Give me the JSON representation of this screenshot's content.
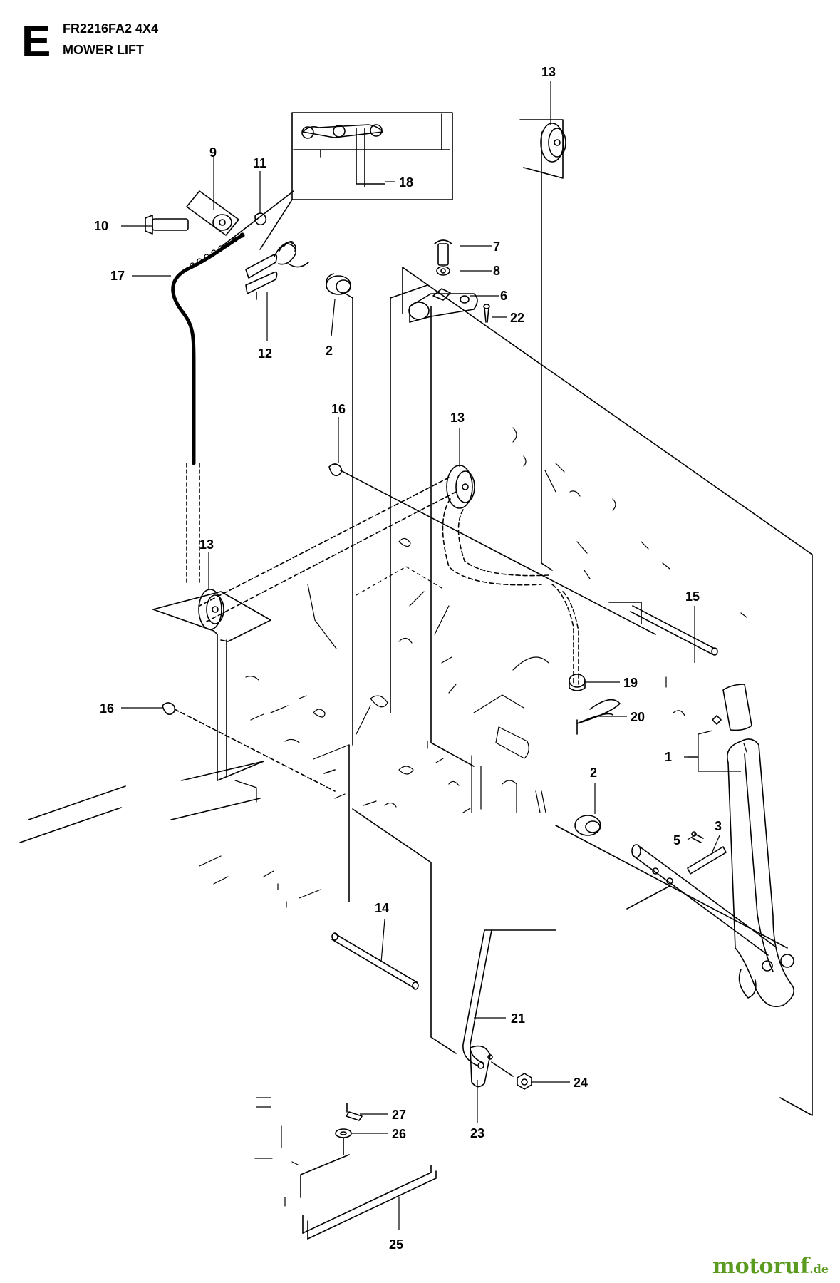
{
  "header": {
    "section_letter": "E",
    "model": "FR2216FA2 4X4",
    "assembly_name": "MOWER LIFT"
  },
  "watermark": {
    "brand": "motoruf",
    "suffix": ".de",
    "color": "#5a9a1e"
  },
  "callouts": [
    "1",
    "2",
    "2",
    "3",
    "5",
    "6",
    "7",
    "8",
    "9",
    "10",
    "11",
    "12",
    "13",
    "13",
    "13",
    "14",
    "15",
    "16",
    "16",
    "17",
    "18",
    "19",
    "20",
    "21",
    "22",
    "23",
    "24",
    "25",
    "26",
    "27"
  ]
}
